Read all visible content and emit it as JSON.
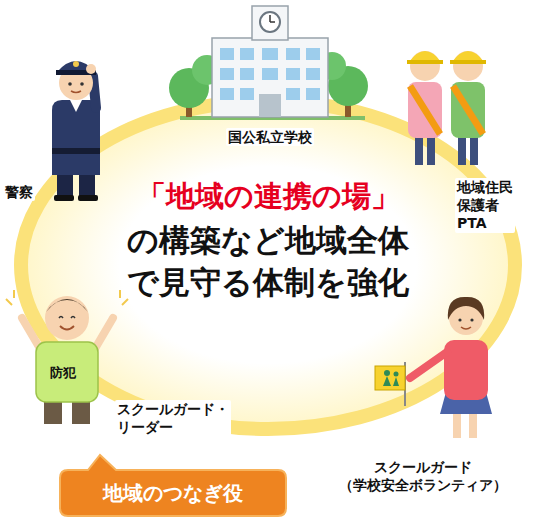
{
  "diagram": {
    "nodes": [
      {
        "text": [
          "「地域の連携の場」",
          "の構築など地域全体 で見守る体制を強化"
        ]
      },
      {
        "text": [
          "地域のつなぎ役"
        ]
      }
    ],
    "labels": [
      "国公私立学校",
      "警察",
      "地域住民 保護者 PTA",
      "防犯",
      "スクールガード・ リーダー",
      "スクールガード （学校安全ボランティア）"
    ]
  }
}
